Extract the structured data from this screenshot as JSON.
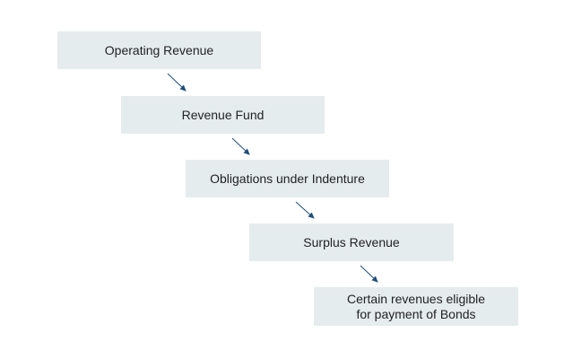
{
  "flowchart": {
    "nodes": [
      {
        "label": "Operating Revenue"
      },
      {
        "label": "Revenue Fund"
      },
      {
        "label": "Obligations under Indenture"
      },
      {
        "label": "Surplus Revenue"
      },
      {
        "label_line1": "Certain revenues eligible",
        "label_line2": "for payment of Bonds"
      }
    ],
    "colors": {
      "box_fill": "#e5ecee",
      "arrow": "#1f4e79",
      "text": "#222222"
    }
  }
}
